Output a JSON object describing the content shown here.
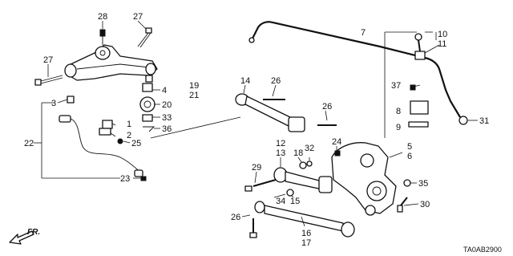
{
  "diagram": {
    "code": "TA0AB2900",
    "direction_label": "FR.",
    "callouts": [
      "28",
      "27",
      "27",
      "3",
      "22",
      "1",
      "2",
      "25",
      "23",
      "4",
      "19",
      "21",
      "20",
      "33",
      "36",
      "7",
      "10",
      "11",
      "37",
      "8",
      "9",
      "31",
      "14",
      "26",
      "26",
      "12",
      "13",
      "18",
      "32",
      "24",
      "5",
      "6",
      "35",
      "29",
      "34",
      "15",
      "30",
      "26",
      "16",
      "17"
    ]
  }
}
